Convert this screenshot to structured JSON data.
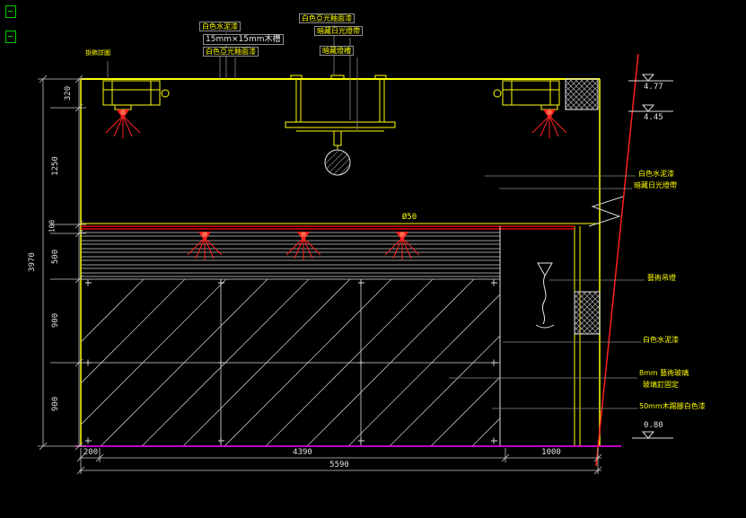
{
  "annotations": {
    "top": {
      "cement_paint": "白色水泥漆",
      "matte_paint_1": "白色亞光釉面漆",
      "fluorescent_band": "暗藏日光燈帶",
      "wood_groove": "15mm×15mm木槽",
      "matte_paint_2": "白色亞光釉面漆",
      "light_slot": "暗藏燈槽",
      "hanger_detail": "掛飾詳圖"
    },
    "right": {
      "level_top": "4.77",
      "level_mid": "4.45",
      "cement_paint_1": "白色水泥漆",
      "fluorescent_band": "暗藏日光燈帶",
      "art_lamp": "藝術吊燈",
      "cement_paint_2": "白色水泥漆",
      "art_glass": "8mm 藝術玻璃",
      "glass_fixing": "玻璃釘固定",
      "skirting": "50mm木踢腳白色漆",
      "level_bottom": "0.80"
    },
    "diameter_label": "Ø50"
  },
  "dimensions": {
    "left_total": "3970",
    "left_chain": [
      "320",
      "1250",
      "100",
      "500",
      "900",
      "900"
    ],
    "bottom_chain": [
      "200",
      "4390",
      "1000"
    ],
    "bottom_total": "5590"
  },
  "colors": {
    "background": "#000000",
    "line_yellow": "#ffff00",
    "line_white": "#e6e6e6",
    "line_red": "#ff2020",
    "line_magenta": "#ff00ff",
    "hatch_gray": "#9a9a9a",
    "marker_green": "#00cc00"
  }
}
